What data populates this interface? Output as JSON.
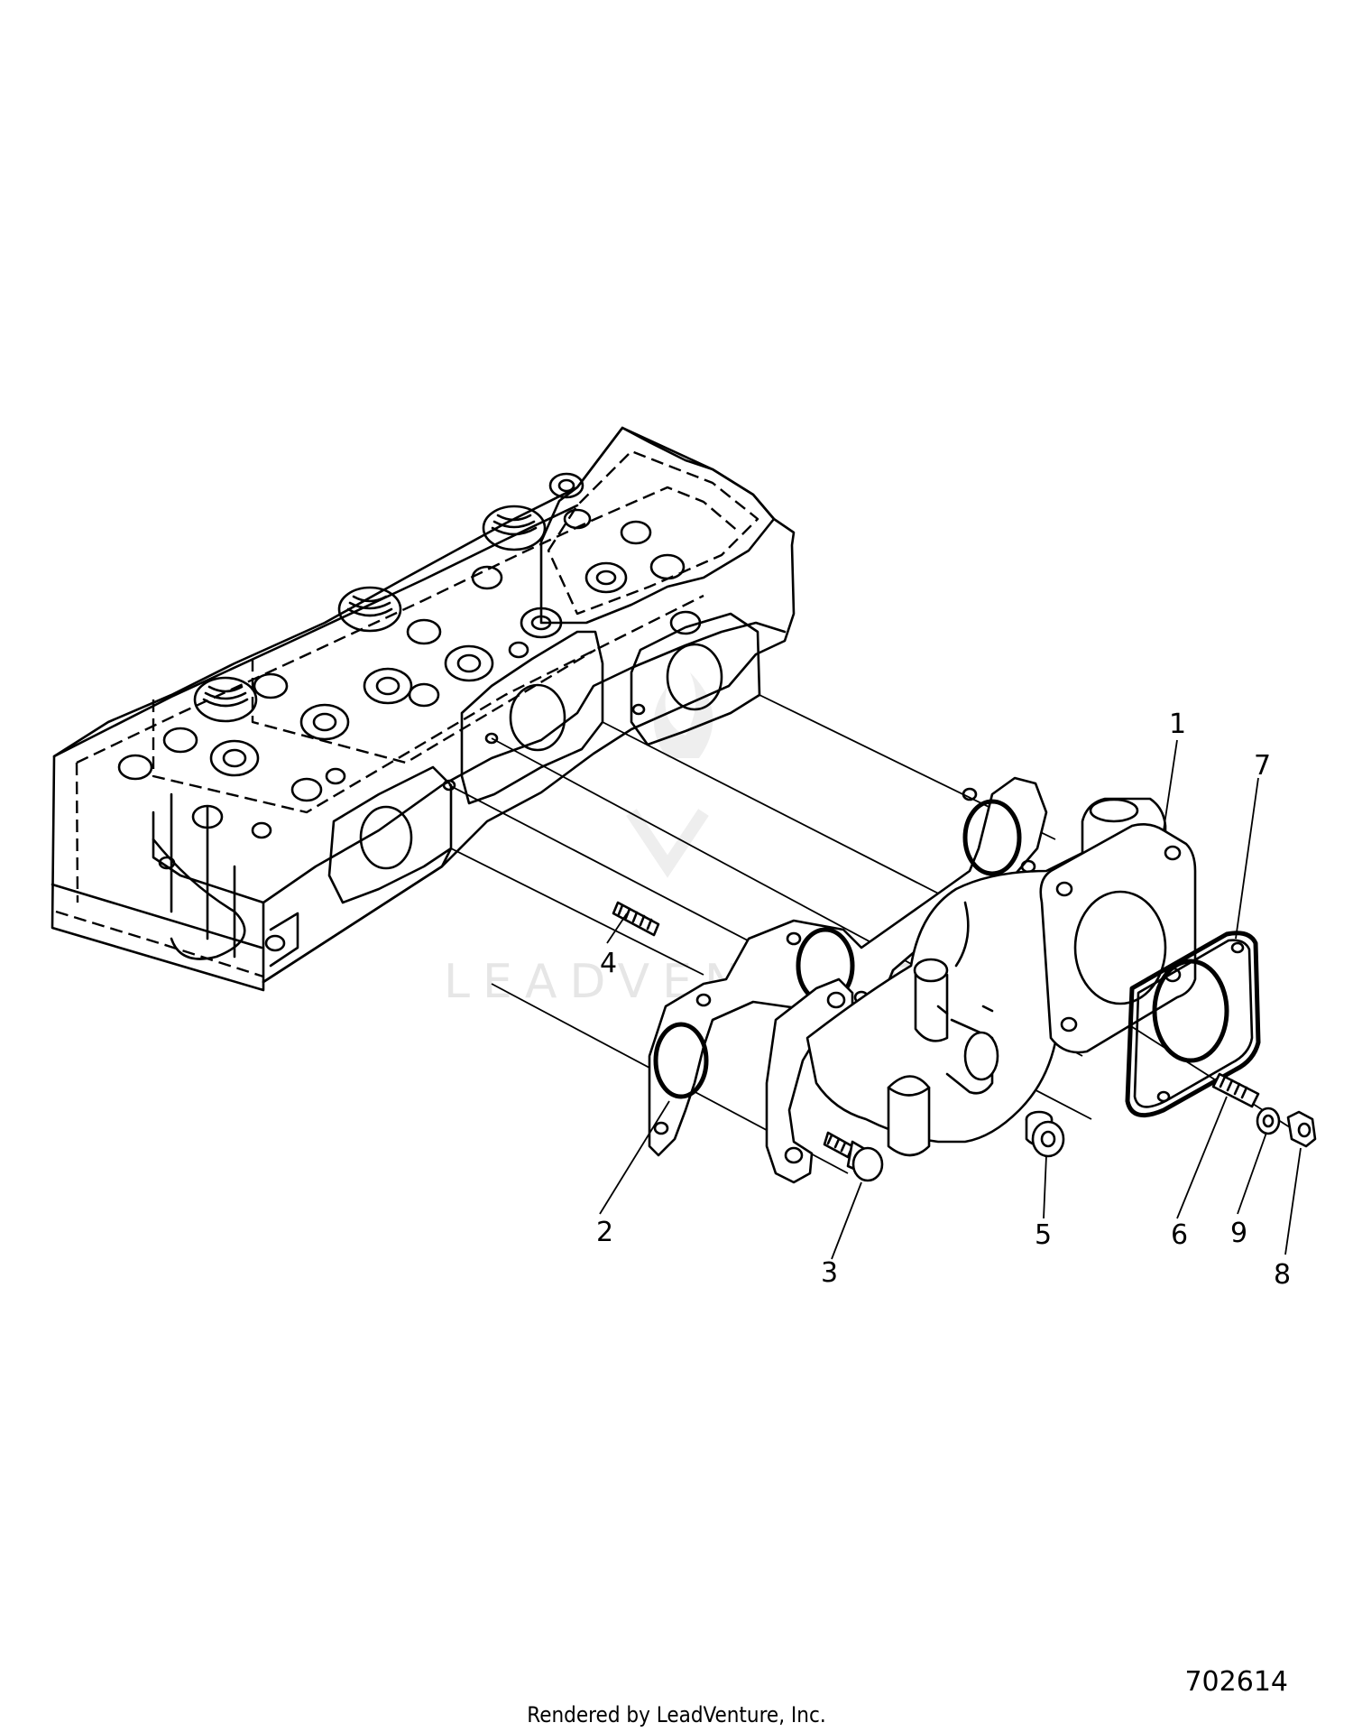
{
  "diagram": {
    "watermark_text": "LEADVENTURE",
    "document_number": "702614",
    "footer_credit": "Rendered by LeadVenture, Inc.",
    "callouts": [
      {
        "label": "1",
        "part": "exhaust-manifold"
      },
      {
        "label": "2",
        "part": "manifold-gasket"
      },
      {
        "label": "3",
        "part": "flange-bolt"
      },
      {
        "label": "4",
        "part": "stud"
      },
      {
        "label": "5",
        "part": "flange-nut"
      },
      {
        "label": "6",
        "part": "stud"
      },
      {
        "label": "7",
        "part": "outlet-gasket"
      },
      {
        "label": "8",
        "part": "nut"
      },
      {
        "label": "9",
        "part": "washer"
      }
    ]
  }
}
